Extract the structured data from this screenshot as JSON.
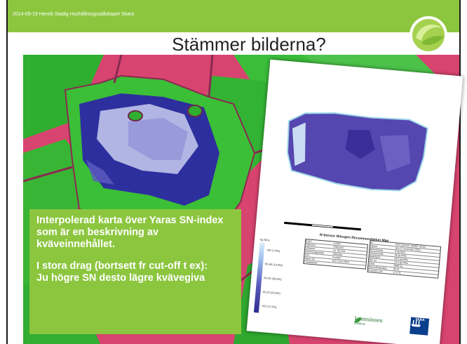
{
  "header": {
    "meta_text": "2014-09-19 Henrik Stadig Hushållningssällskapet Skara"
  },
  "slide": {
    "title": "Stämmer bilderna?"
  },
  "textbox": {
    "paragraph1": "Interpolerad karta över Yaras SN-index som är en beskrivning av kväveinnehållet.",
    "paragraph2": "I stora drag (bortsett fr cut-off t ex):",
    "paragraph3": "Ju högre SN desto lägre kvävegiva"
  },
  "document": {
    "title": "N-Sensor Nitrogen Recommendation Map",
    "legend_unit": "kg N/ha",
    "legend_items": [
      "<90   (1.9%)",
      "90-60 (10.9%)",
      "60-40 (39.6%)",
      "40-20 (28.8%)",
      "<60   (17.8%)"
    ],
    "info_rows": [
      {
        "label": "Kund",
        "value": "Lantm"
      },
      {
        "label": "Fältnamn",
        "value": "Fältnamn"
      },
      {
        "label": "Fältareal",
        "value": "ca. 30.0 ha"
      },
      {
        "label": "Sortimentsgrödan",
        "value": "Höstvete"
      },
      {
        "label": "Sort",
        "value": "Kranich"
      },
      {
        "label": "Datum för",
        "value": "den 7 juni 2010"
      },
      {
        "label": "Kvävebehov",
        "value": ""
      }
    ],
    "stats_rows": [
      {
        "label": "ID",
        "value": "Ref. nummer 130007 28 sw"
      },
      {
        "label": "Datum",
        "value": "den 27 november 2013"
      },
      {
        "label": "Minimivärde",
        "value": "0 kg N/ha"
      },
      {
        "label": "Maximivärde",
        "value": "95 kg N/ha"
      },
      {
        "label": "Medelgiva",
        "value": "49.6 kg N/ha"
      },
      {
        "label": "Std. av",
        "value": "13.2 kg N/ha"
      },
      {
        "label": "Totalt",
        "value": "6080 kg"
      },
      {
        "label": "Åkeravfördelning",
        "value": "60 %"
      },
      {
        "label": "N sensor enh",
        "value": "17.0 %"
      }
    ],
    "brand_left": "Lantmännen",
    "brand_left_sub": "Lantbruk",
    "brand_right": "YARA"
  },
  "colors": {
    "brand_green": "#8cc63f",
    "map_pink": "#d84470",
    "field_green": "#36b832",
    "index_blue": "#3a3aaa",
    "doc_purple": "#5546b0"
  }
}
